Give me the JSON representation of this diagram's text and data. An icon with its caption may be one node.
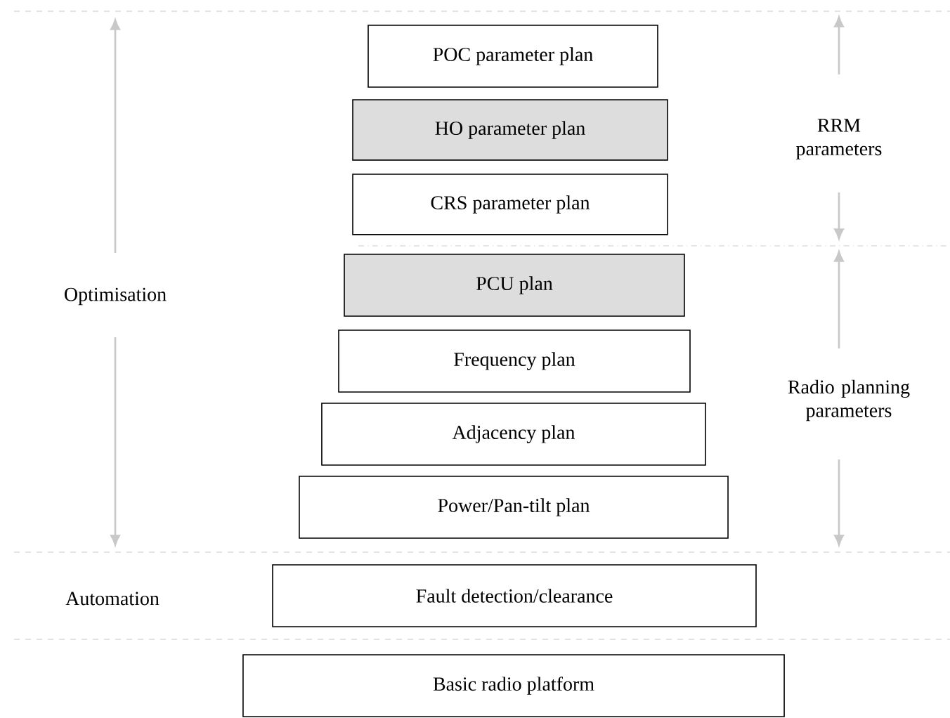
{
  "diagram": {
    "nodes": [
      {
        "text": [
          "POC parameter plan"
        ]
      },
      {
        "text": [
          "HO parameter plan"
        ]
      },
      {
        "text": [
          "CRS parameter plan"
        ]
      },
      {
        "text": [
          "PCU plan"
        ]
      },
      {
        "text": [
          "Frequency plan"
        ]
      },
      {
        "text": [
          "Adjacency plan"
        ]
      },
      {
        "text": [
          "Power/Pan-tilt plan"
        ]
      },
      {
        "text": [
          "Fault detection/clearance"
        ]
      },
      {
        "text": [
          "Basic radio platform"
        ]
      }
    ],
    "labels": [
      "Optimisation",
      "RRM parameters",
      "Radio planning parameters",
      "Automation"
    ]
  }
}
